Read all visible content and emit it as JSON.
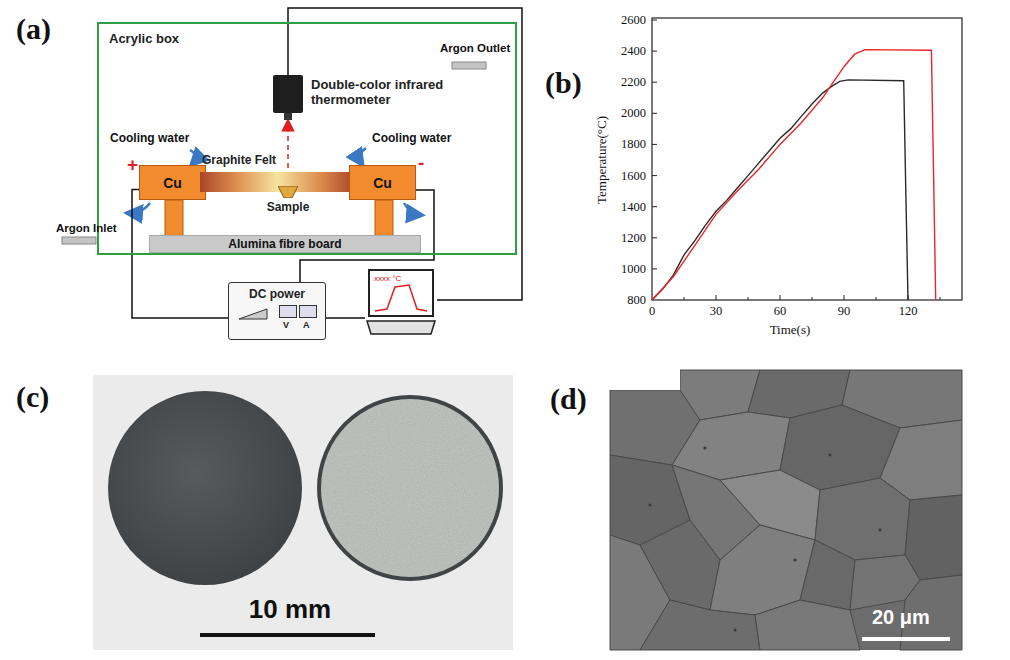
{
  "diagram": {
    "nodes": [
      {
        "text": [
          "Acrylic box"
        ]
      },
      {
        "text": [
          "Double-color infrared thermometer"
        ],
        "in": 0
      },
      {
        "text": [
          "Cu"
        ],
        "in": 0
      },
      {
        "text": [
          "Graphite Felt"
        ],
        "in": 0
      },
      {
        "text": [
          "Sample"
        ],
        "in": 0
      },
      {
        "text": [
          "Cu"
        ],
        "in": 0
      },
      {
        "text": [
          "Alumina fibre board"
        ],
        "in": 0
      },
      {
        "text": [
          "DC power",
          "V",
          "A"
        ]
      },
      {
        "text": [
          "xxxx °C"
        ]
      }
    ],
    "edges": [
      {
        "from": 2,
        "to": 7,
        "arrow": "none"
      },
      {
        "from": 5,
        "to": 7,
        "arrow": "none"
      },
      {
        "from": 7,
        "to": 8,
        "arrow": "none"
      },
      {
        "from": 1,
        "to": 8,
        "arrow": "none"
      },
      {
        "from": 4,
        "to": 1,
        "arrow": "to"
      }
    ],
    "labels": [
      "(a)",
      "Argon Outlet",
      "Cooling water",
      "Cooling water",
      "+",
      "-",
      "Argon Inlet",
      "(b)",
      "2600",
      "2400",
      "2200",
      "2000",
      "1800",
      "1600",
      "1400",
      "1200",
      "1000",
      "800",
      "0",
      "30",
      "60",
      "90",
      "120",
      "Temperature(°C)",
      "Time(s)",
      "(c)",
      "10 mm",
      "(d)",
      "20 μm"
    ]
  }
}
